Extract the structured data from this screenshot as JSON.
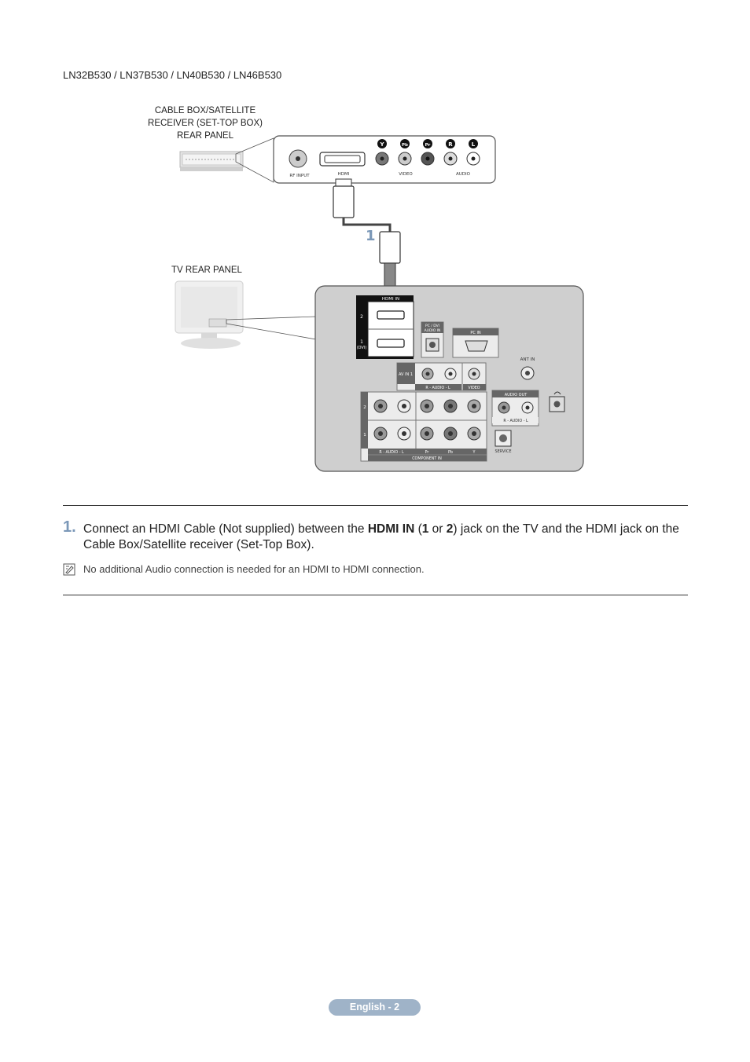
{
  "header": {
    "models": "LN32B530 / LN37B530 / LN40B530 / LN46B530"
  },
  "diagram": {
    "cable_box_caption": [
      "CABLE BOX/SATELLITE",
      "RECEIVER (SET-TOP BOX)",
      "REAR PANEL"
    ],
    "tv_caption": "TV REAR PANEL",
    "cable_number": "1",
    "settop_panel": {
      "rf_input": "RF INPUT",
      "hdmi": "HDMI",
      "video": "VIDEO",
      "audio": "AUDIO",
      "jack_letters": [
        "Y",
        "Pb",
        "Pr",
        "R",
        "L"
      ]
    },
    "tv_panel": {
      "hdmi_in": "HDMI IN",
      "hdmi_port_2": "2",
      "hdmi_port_1": "1",
      "hdmi_port_1_sub": "(DVI)",
      "pc_dvi_audio_in": [
        "PC / DVI",
        "AUDIO IN"
      ],
      "pc_in": "PC IN",
      "ant_in": "ANT IN",
      "av_in_1": "AV IN 1",
      "audio_rl": "R - AUDIO - L",
      "video": "VIDEO",
      "audio_out": "AUDIO OUT",
      "component_row_2": "2",
      "component_row_1": "1",
      "component_audio": "R - AUDIO - L",
      "pr": "Pr",
      "pb": "Pb",
      "y": "Y",
      "component_in": "COMPONENT IN",
      "service": "SERVICE"
    }
  },
  "instructions": {
    "step_number": "1.",
    "step_text_a": "Connect an HDMI Cable (Not supplied) between the ",
    "step_bold_hdmi": "HDMI IN",
    "step_text_b": " (",
    "step_bold_1": "1",
    "step_text_c": " or ",
    "step_bold_2": "2",
    "step_text_d": ") jack on the TV and the HDMI jack on the Cable Box/Satellite receiver (Set-Top Box).",
    "note": "No additional Audio connection is needed for an HDMI to HDMI connection."
  },
  "footer": {
    "page_label": "English - 2"
  },
  "colors": {
    "accent": "#7b98b8",
    "footer_bg": "#9fb3c8",
    "panel_gray": "#cfcfcf"
  },
  "icons": [
    "note-icon",
    "hdmi-port-icon",
    "rca-jack-icon",
    "headphone-icon"
  ]
}
